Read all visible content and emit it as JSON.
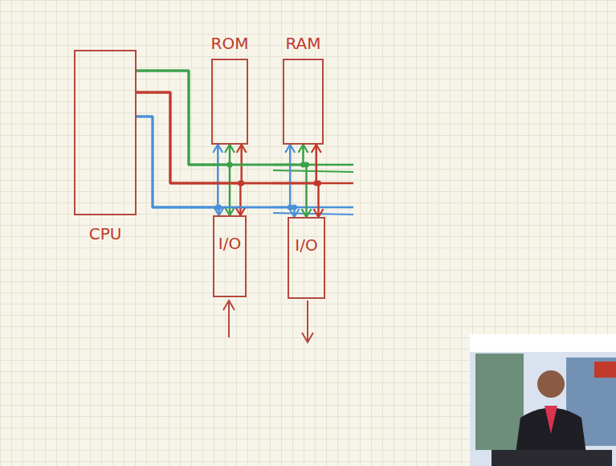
{
  "diagram": {
    "nodes": [
      {
        "text": [
          "CPU"
        ]
      },
      {
        "text": [
          "ROM"
        ]
      },
      {
        "text": [
          "RAM"
        ]
      },
      {
        "text": [
          "I/O"
        ]
      },
      {
        "text": [
          "I/O"
        ]
      }
    ],
    "edges": [
      {
        "from": 0,
        "to": 1,
        "arrow": "to"
      },
      {
        "from": 0,
        "to": 2,
        "arrow": "to"
      },
      {
        "from": 0,
        "to": 3,
        "arrow": "to"
      },
      {
        "from": 0,
        "to": 4,
        "arrow": "to"
      }
    ]
  }
}
